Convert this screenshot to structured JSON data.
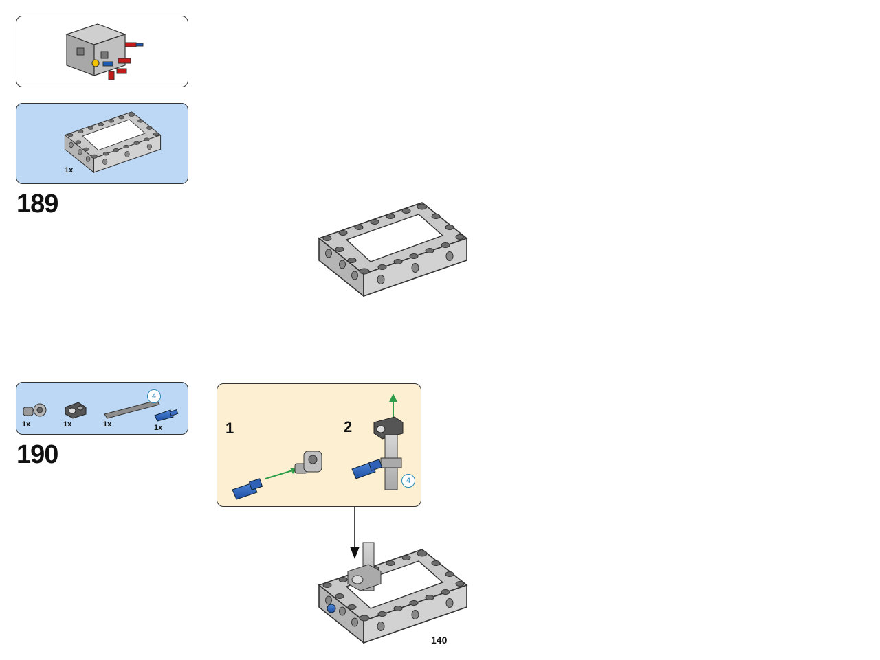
{
  "page": {
    "number": "140"
  },
  "steps": [
    {
      "number": "189",
      "parts": [
        {
          "name": "frame-5x7-open-center",
          "qty": "1x"
        }
      ]
    },
    {
      "number": "190",
      "parts": [
        {
          "name": "axle-pin-connector-perpendicular",
          "qty": "1x"
        },
        {
          "name": "pin-connector-block",
          "qty": "1x"
        },
        {
          "name": "axle-4",
          "qty": "1x",
          "length_badge": "4"
        },
        {
          "name": "blue-axle-pin",
          "qty": "1x"
        }
      ],
      "subassembly": {
        "substeps": [
          {
            "label": "1"
          },
          {
            "label": "2"
          }
        ],
        "length_badge": "4"
      }
    }
  ],
  "icons": {
    "move_arrow_color": "#2e9e4a",
    "panel_blue": "#bcd8f4",
    "panel_cream": "#fdf0d2"
  }
}
